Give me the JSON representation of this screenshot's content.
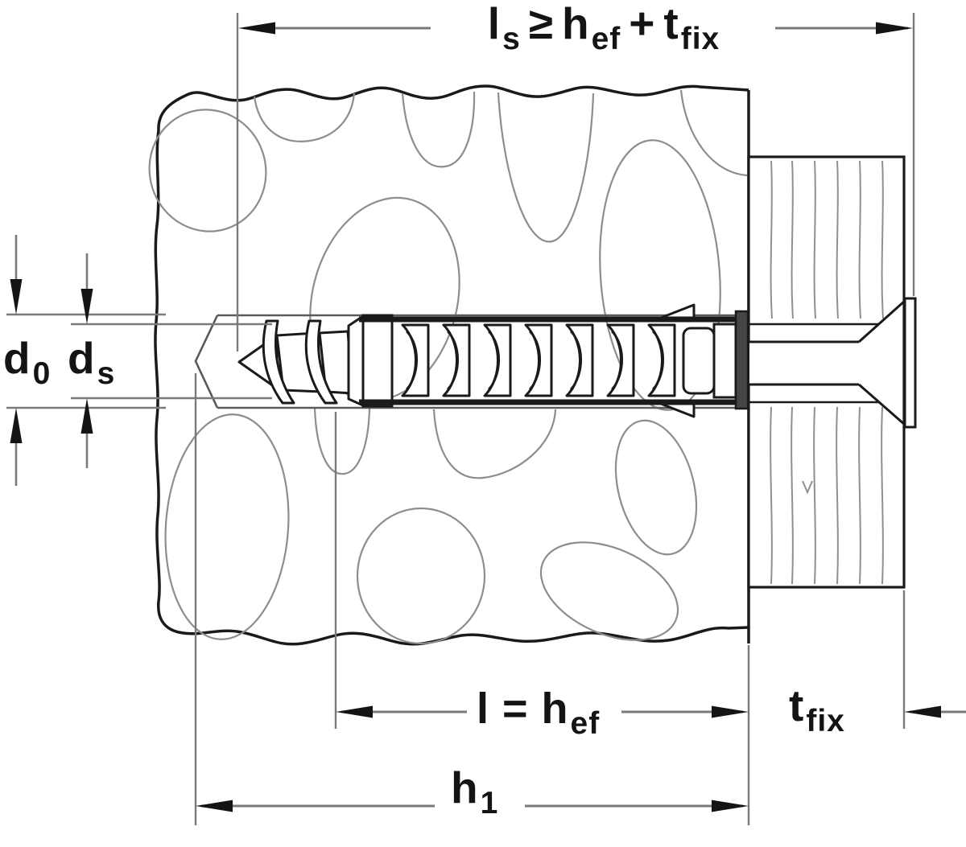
{
  "labels": {
    "screw_length": {
      "p1": "l",
      "s1": "s",
      "op": "≥",
      "p2": "h",
      "s2": "ef",
      "op2": "+",
      "p3": "t",
      "s3": "fix"
    },
    "drill_diameter": {
      "main": "d",
      "sub": "0"
    },
    "screw_diameter": {
      "main": "d",
      "sub": "s"
    },
    "embedment_depth": {
      "pre": "l = h",
      "sub": "ef"
    },
    "fixture_thickness": {
      "main": "t",
      "sub": "fix"
    },
    "drill_hole_depth": {
      "main": "h",
      "sub": "1"
    }
  },
  "colors": {
    "line": "#1a1a1a",
    "dimension": "#7a7a7a",
    "aggregate_stone": "#8d8d8d",
    "drill_hole": "#5a5a5a",
    "wood_grain": "#8f8f8f",
    "text": "#141414",
    "background": "#ffffff"
  }
}
